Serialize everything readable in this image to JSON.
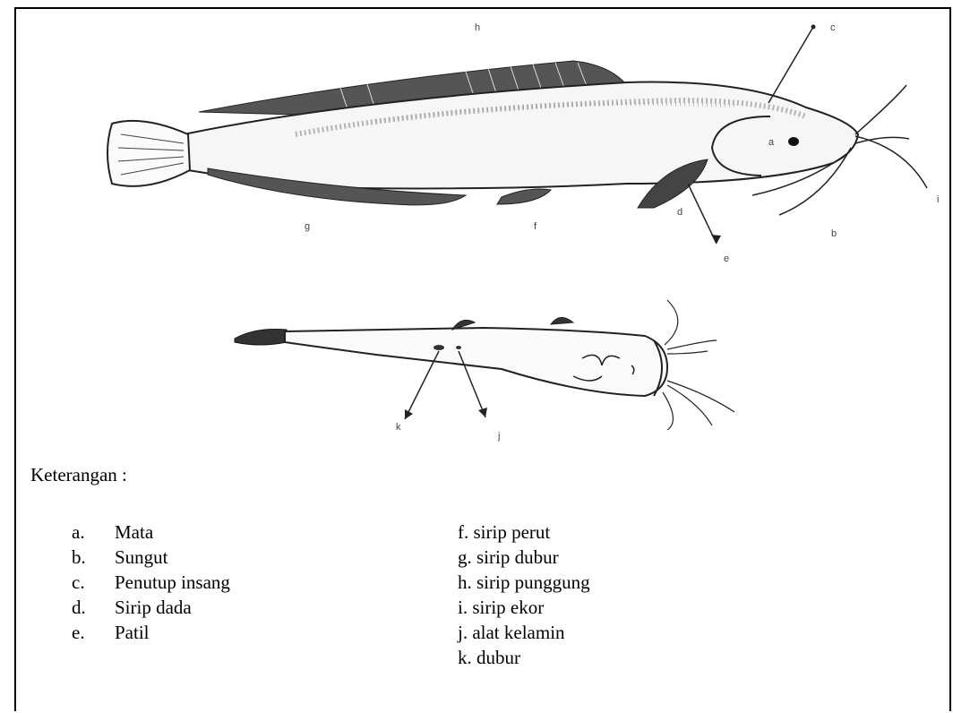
{
  "diagram": {
    "point_labels": {
      "a": "a",
      "b": "b",
      "c": "c",
      "d": "d",
      "e": "e",
      "f": "f",
      "g": "g",
      "h": "h",
      "i": "i",
      "j": "j",
      "k": "k"
    }
  },
  "legend": {
    "title": "Keterangan :",
    "left_items": [
      {
        "letter": "a.",
        "text": "Mata"
      },
      {
        "letter": "b.",
        "text": "Sungut"
      },
      {
        "letter": "c.",
        "text": "Penutup insang"
      },
      {
        "letter": "d.",
        "text": "Sirip dada"
      },
      {
        "letter": "e.",
        "text": "Patil"
      }
    ],
    "right_items": [
      "f. sirip perut",
      "g. sirip dubur",
      "h. sirip punggung",
      "i. sirip ekor",
      "j. alat kelamin",
      "k. dubur"
    ]
  }
}
